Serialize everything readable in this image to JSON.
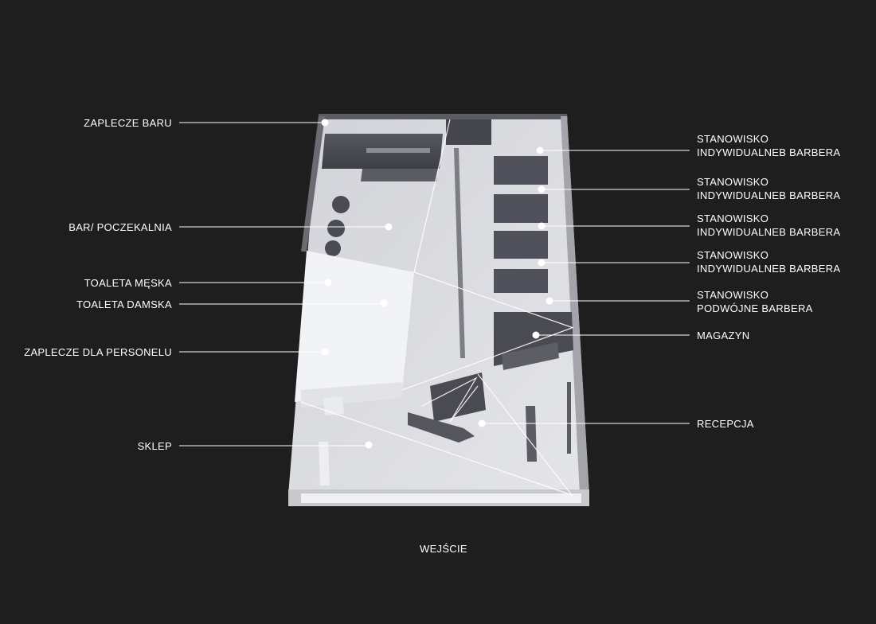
{
  "labels": {
    "zaplecze_baru": "ZAPLECZE BARU",
    "bar_poczekalnia": "BAR/ POCZEKALNIA",
    "toaleta_meska": "TOALETA MĘSKA",
    "toaleta_damska": "TOALETA DAMSKA",
    "zaplecze_personel": "ZAPLECZE DLA PERSONELU",
    "sklep": "SKLEP",
    "stanowisko_1": {
      "line1": "STANOWISKO",
      "line2": "INDYWIDUALNEB BARBERA"
    },
    "stanowisko_2": {
      "line1": "STANOWISKO",
      "line2": "INDYWIDUALNEB BARBERA"
    },
    "stanowisko_3": {
      "line1": "STANOWISKO",
      "line2": "INDYWIDUALNEB BARBERA"
    },
    "stanowisko_4": {
      "line1": "STANOWISKO",
      "line2": "INDYWIDUALNEB BARBERA"
    },
    "stanowisko_podwojne": {
      "line1": "STANOWISKO",
      "line2": "PODWÓJNE BARBERA"
    },
    "magazyn": "MAGAZYN",
    "recepcja": "RECEPCJA",
    "wejscie": "WEJŚCIE"
  },
  "colors": {
    "background": "#1e1e1f",
    "floor": "#d8d8dc",
    "wall_dark": "#4a4b52",
    "highlight": "#f2f3f7",
    "leader": "#ffffff"
  }
}
